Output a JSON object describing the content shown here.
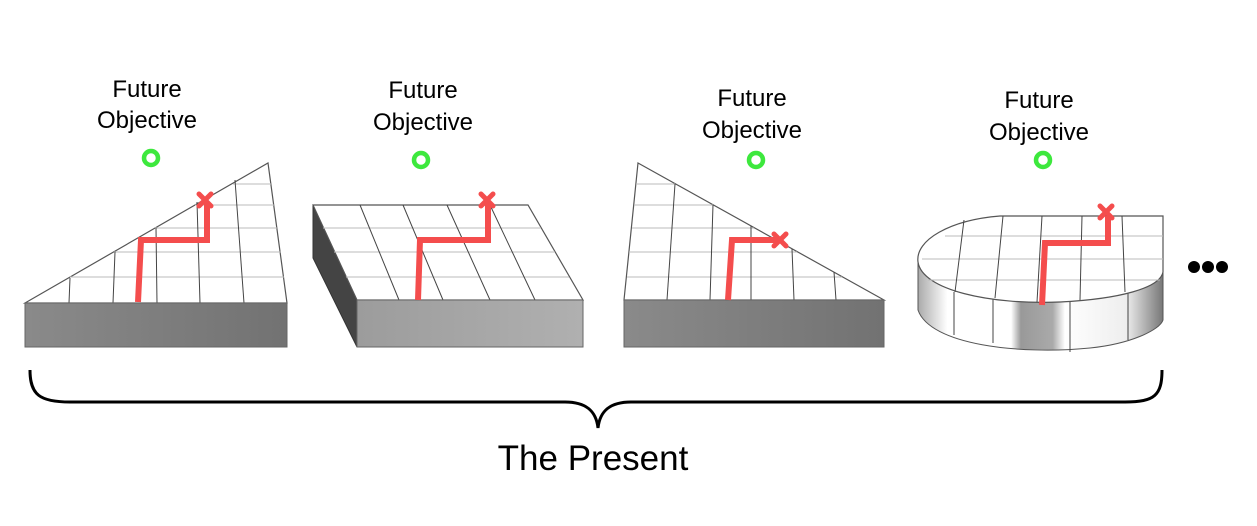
{
  "objectives": [
    {
      "line1": "Future",
      "line2": "Objective"
    },
    {
      "line1": "Future",
      "line2": "Objective"
    },
    {
      "line1": "Future",
      "line2": "Objective"
    },
    {
      "line1": "Future",
      "line2": "Objective"
    }
  ],
  "present_label": "The Present",
  "colors": {
    "path": "#f44d4d",
    "objective": "#3de83d",
    "block": "#7a7a7a"
  }
}
